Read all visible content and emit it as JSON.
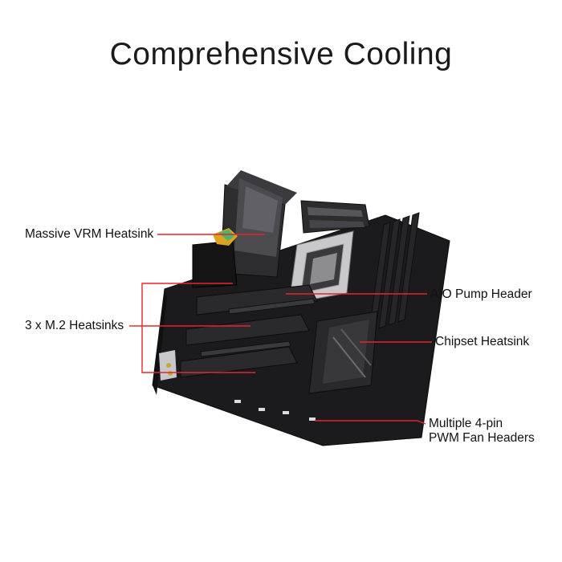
{
  "title": "Comprehensive Cooling",
  "callouts": {
    "vrm": "Massive VRM Heatsink",
    "m2": "3 x M.2 Heatsinks",
    "aio": "AIO Pump Header",
    "chipset": "Chipset Heatsink",
    "fan_line1": "Multiple 4-pin",
    "fan_line2": "PWM Fan Headers"
  },
  "colors": {
    "leader_line": "#e3262b",
    "board": "#1c1c1e",
    "heatsink": "#2a2a2d",
    "highlight": "#6f6f75"
  }
}
